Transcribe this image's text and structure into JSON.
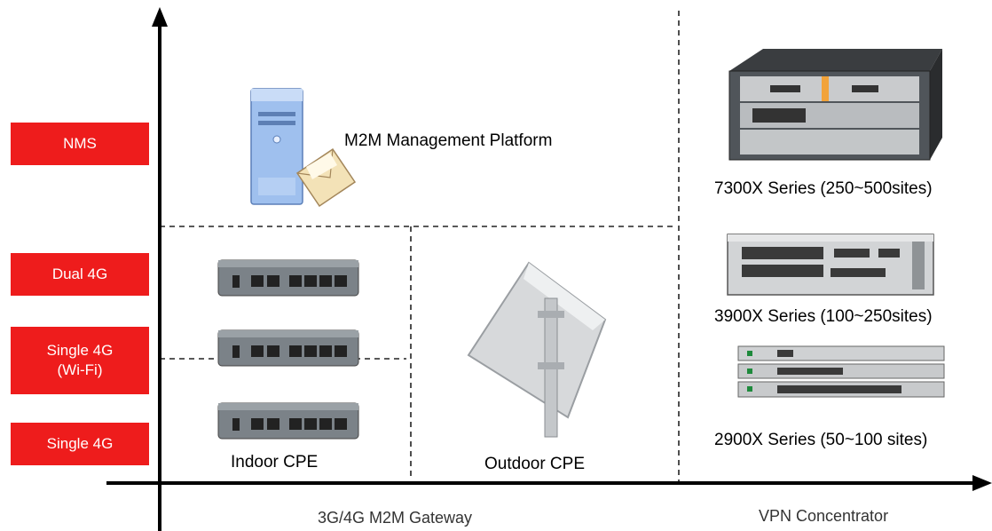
{
  "left_labels": {
    "nms": "NMS",
    "dual_4g": "Dual 4G",
    "single_4g_wifi_line1": "Single 4G",
    "single_4g_wifi_line2": "(Wi-Fi)",
    "single_4g": "Single 4G"
  },
  "platform": {
    "title": "M2M Management Platform"
  },
  "cpe": {
    "indoor": "Indoor CPE",
    "outdoor": "Outdoor CPE"
  },
  "concentrators": {
    "series_7300": "7300X Series (250~500sites)",
    "series_3900": "3900X Series (100~250sites)",
    "series_2900": "2900X Series (50~100 sites)"
  },
  "x_axis": {
    "gateway": "3G/4G M2M Gateway",
    "vpn": "VPN Concentrator"
  },
  "colors": {
    "badge": "#ee1c1c",
    "axis": "#000000"
  },
  "icons": [
    "server-with-envelope-icon",
    "indoor-router-icon",
    "outdoor-cpe-icon",
    "rack-chassis-icon",
    "switch-chassis-icon",
    "stacked-switch-icon"
  ]
}
